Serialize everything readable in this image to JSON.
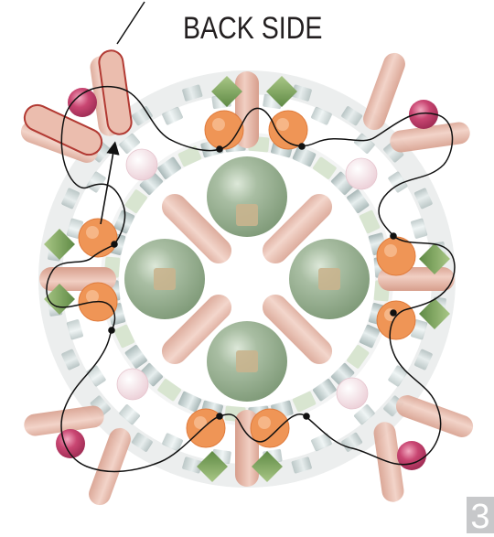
{
  "title": "BACK SIDE",
  "step_number": "3",
  "colors": {
    "pearl_large": "#93ab8c",
    "pearl_pink": "#f2dbe1",
    "pearl_magenta": "#c2436c",
    "round_orange": "#ef9556",
    "bugle": "#e3b6a6",
    "cube_green": "#7da05c",
    "thread": "#111111"
  },
  "icons": [
    "thread-path",
    "pointer-arrow",
    "large-green-pearl",
    "small-pink-pearl",
    "magenta-pearl",
    "orange-faceted-bead",
    "bugle-bead",
    "green-cube-bead",
    "seed-bead"
  ]
}
